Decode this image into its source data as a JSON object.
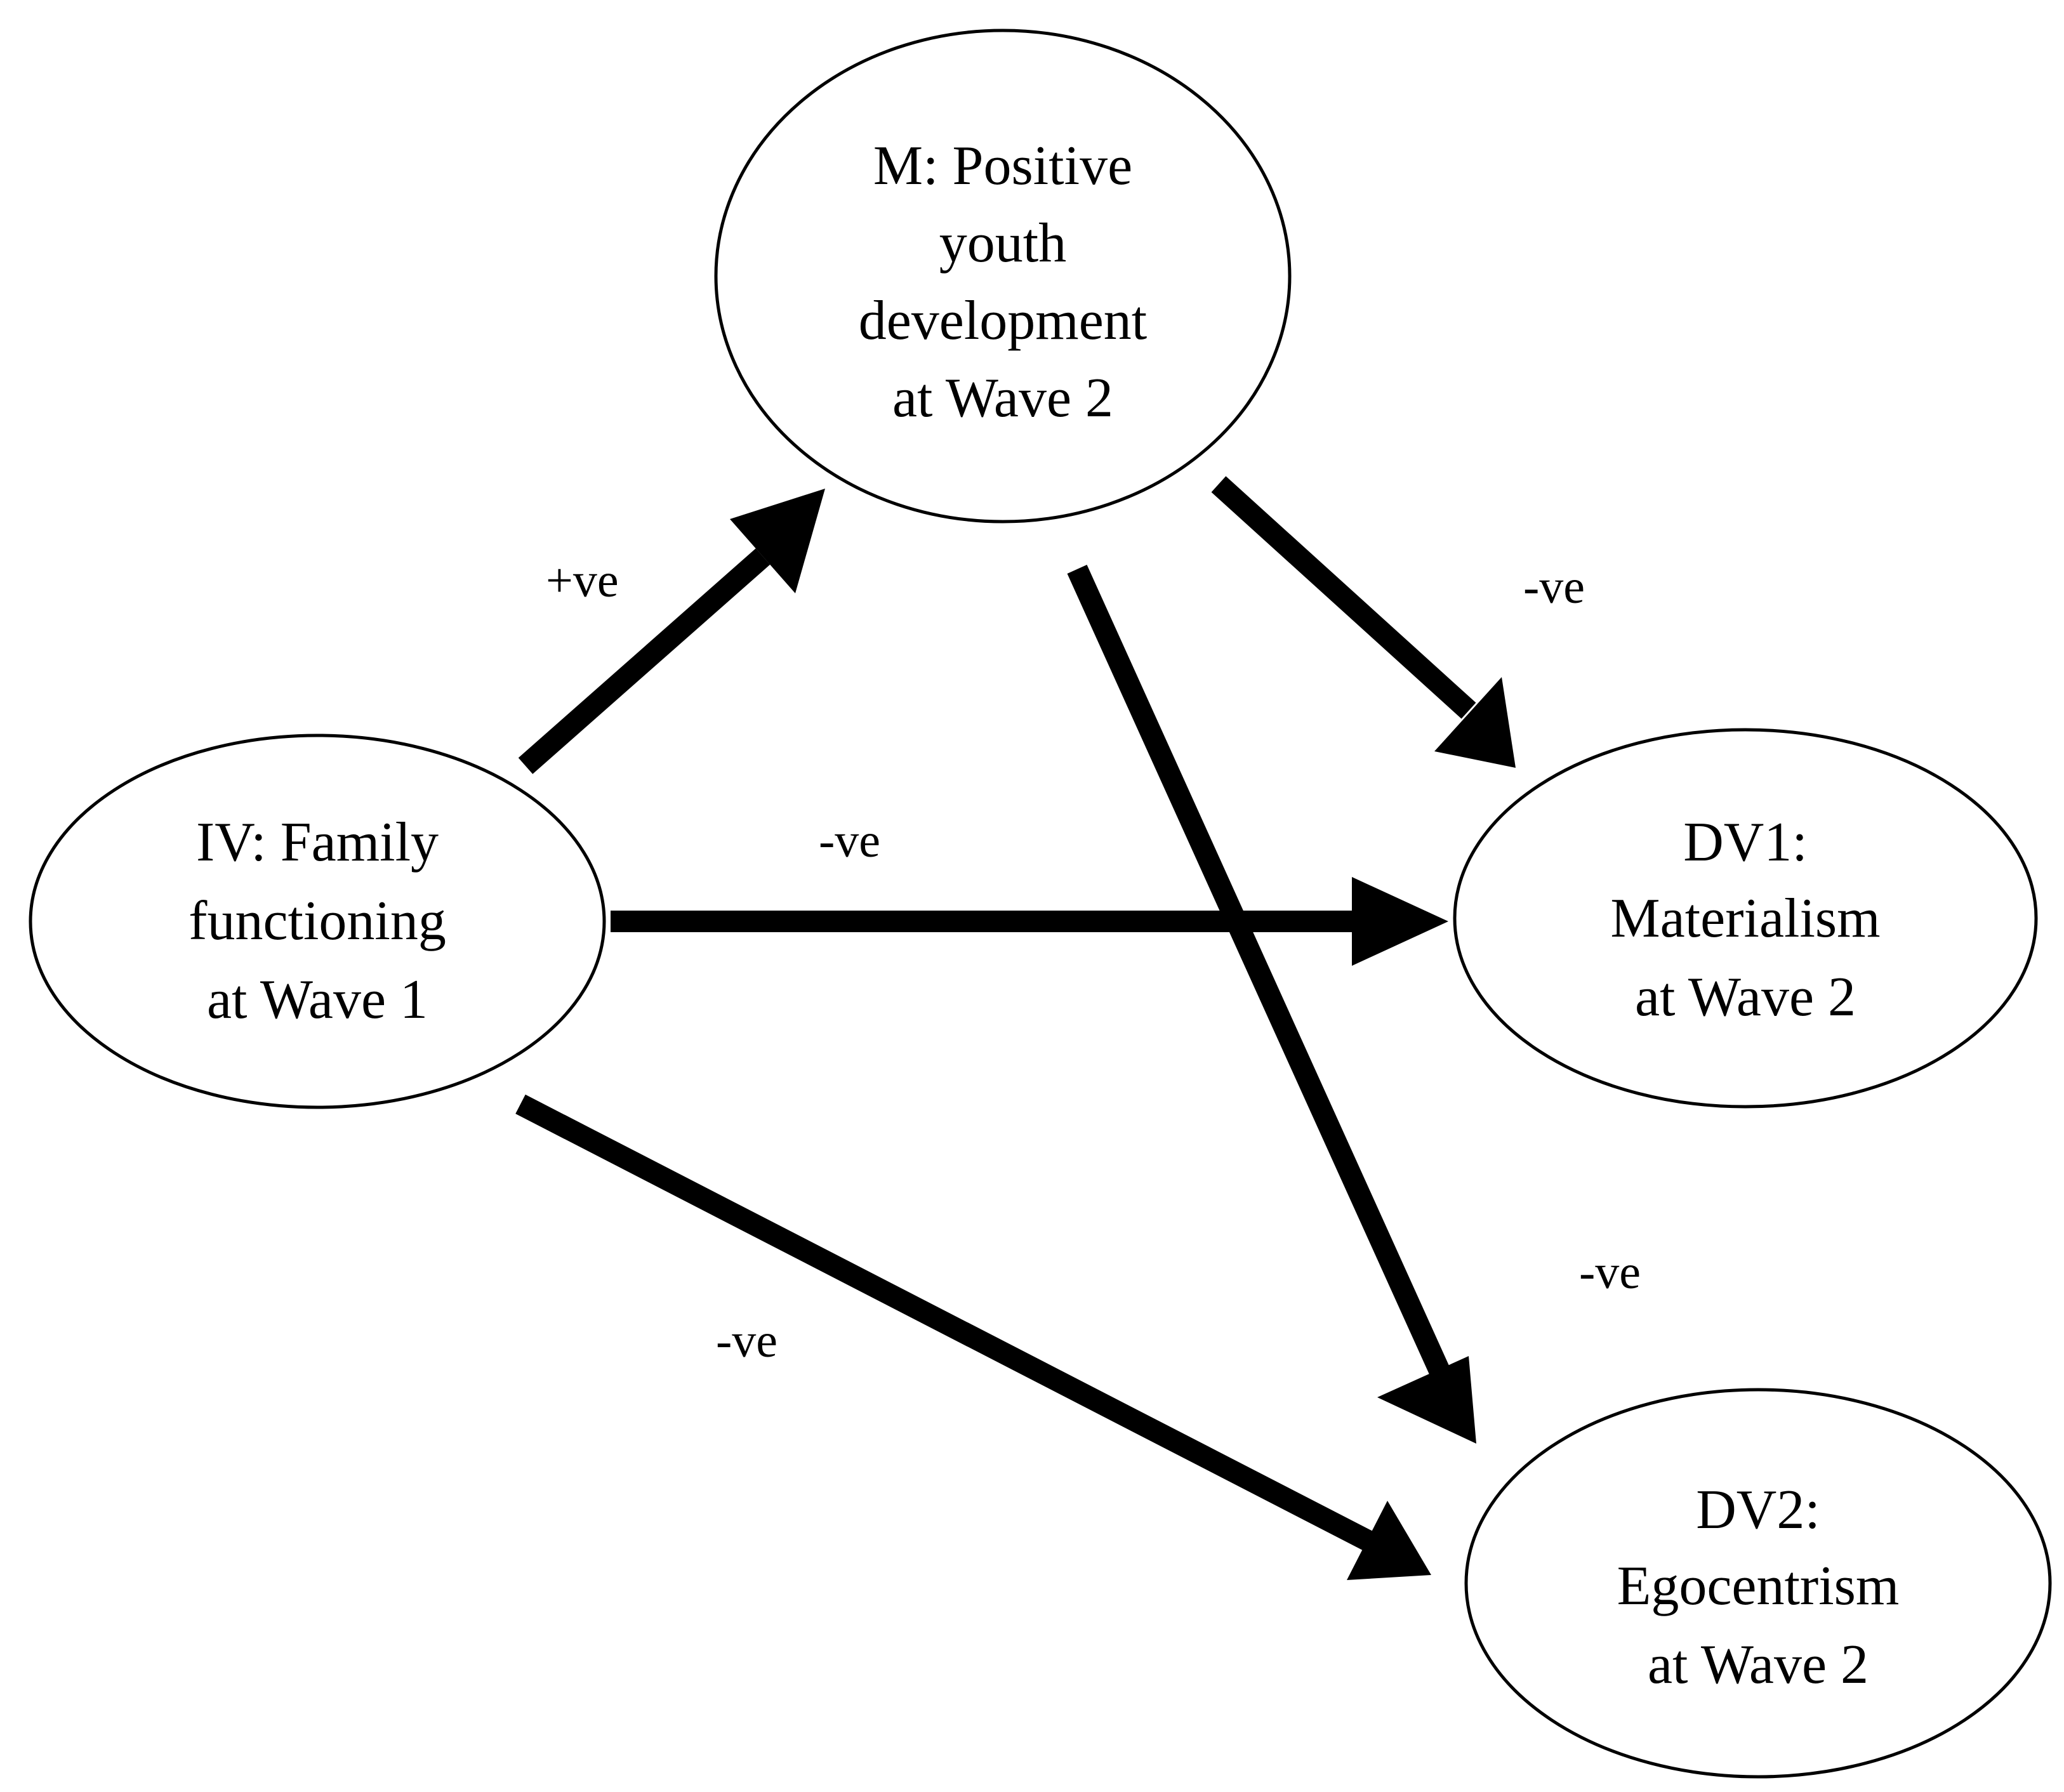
{
  "nodes": {
    "mediator": {
      "lines": [
        "M: Positive",
        "youth",
        "development",
        "at Wave 2"
      ]
    },
    "iv": {
      "lines": [
        "IV: Family",
        "functioning",
        "at Wave 1"
      ]
    },
    "dv1": {
      "lines": [
        "DV1:",
        "Materialism",
        "at Wave 2"
      ]
    },
    "dv2": {
      "lines": [
        "DV2:",
        "Egocentrism",
        "at Wave 2"
      ]
    }
  },
  "edges": {
    "iv_to_mediator": "+ve",
    "mediator_to_dv1": "-ve",
    "iv_to_dv1": "-ve",
    "mediator_to_dv2": "-ve",
    "iv_to_dv2": "-ve"
  }
}
